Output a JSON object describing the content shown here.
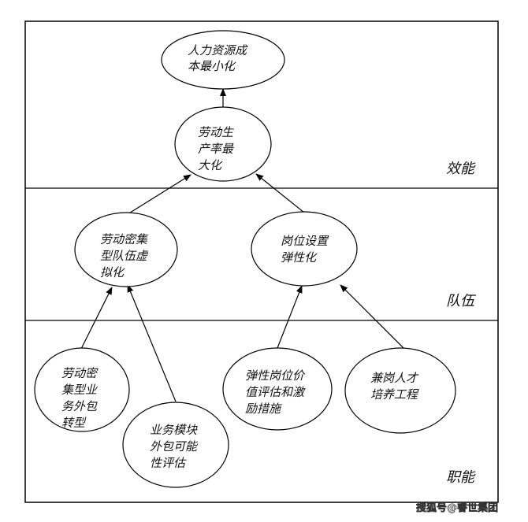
{
  "layers": [
    {
      "id": "efficiency",
      "label": "效能"
    },
    {
      "id": "team",
      "label": "队伍"
    },
    {
      "id": "function",
      "label": "职能"
    }
  ],
  "nodes": [
    {
      "id": "hr-cost-min",
      "lines": [
        "人力资源成",
        "本最小化"
      ]
    },
    {
      "id": "productivity-max",
      "lines": [
        "劳动生",
        "产率最",
        "大化"
      ]
    },
    {
      "id": "labor-team-virtual",
      "lines": [
        "劳动密集",
        "型队伍虚",
        "拟化"
      ]
    },
    {
      "id": "post-flexible",
      "lines": [
        "岗位设置",
        "弹性化"
      ]
    },
    {
      "id": "labor-outsource",
      "lines": [
        "劳动密",
        "集型业",
        "务外包",
        "转型"
      ]
    },
    {
      "id": "business-outsource-eval",
      "lines": [
        "业务模块",
        "外包可能",
        "性评估"
      ]
    },
    {
      "id": "flexible-post-eval",
      "lines": [
        "弹性岗位价",
        "值评估和激",
        "励措施"
      ]
    },
    {
      "id": "multi-post-talent",
      "lines": [
        "兼岗人才",
        "培养工程"
      ]
    }
  ],
  "edges": [
    {
      "from": "productivity-max",
      "to": "hr-cost-min"
    },
    {
      "from": "labor-team-virtual",
      "to": "productivity-max"
    },
    {
      "from": "post-flexible",
      "to": "productivity-max"
    },
    {
      "from": "labor-outsource",
      "to": "labor-team-virtual"
    },
    {
      "from": "business-outsource-eval",
      "to": "labor-team-virtual"
    },
    {
      "from": "flexible-post-eval",
      "to": "post-flexible"
    },
    {
      "from": "multi-post-talent",
      "to": "post-flexible"
    }
  ],
  "watermark": "搜狐号@睿世集团"
}
